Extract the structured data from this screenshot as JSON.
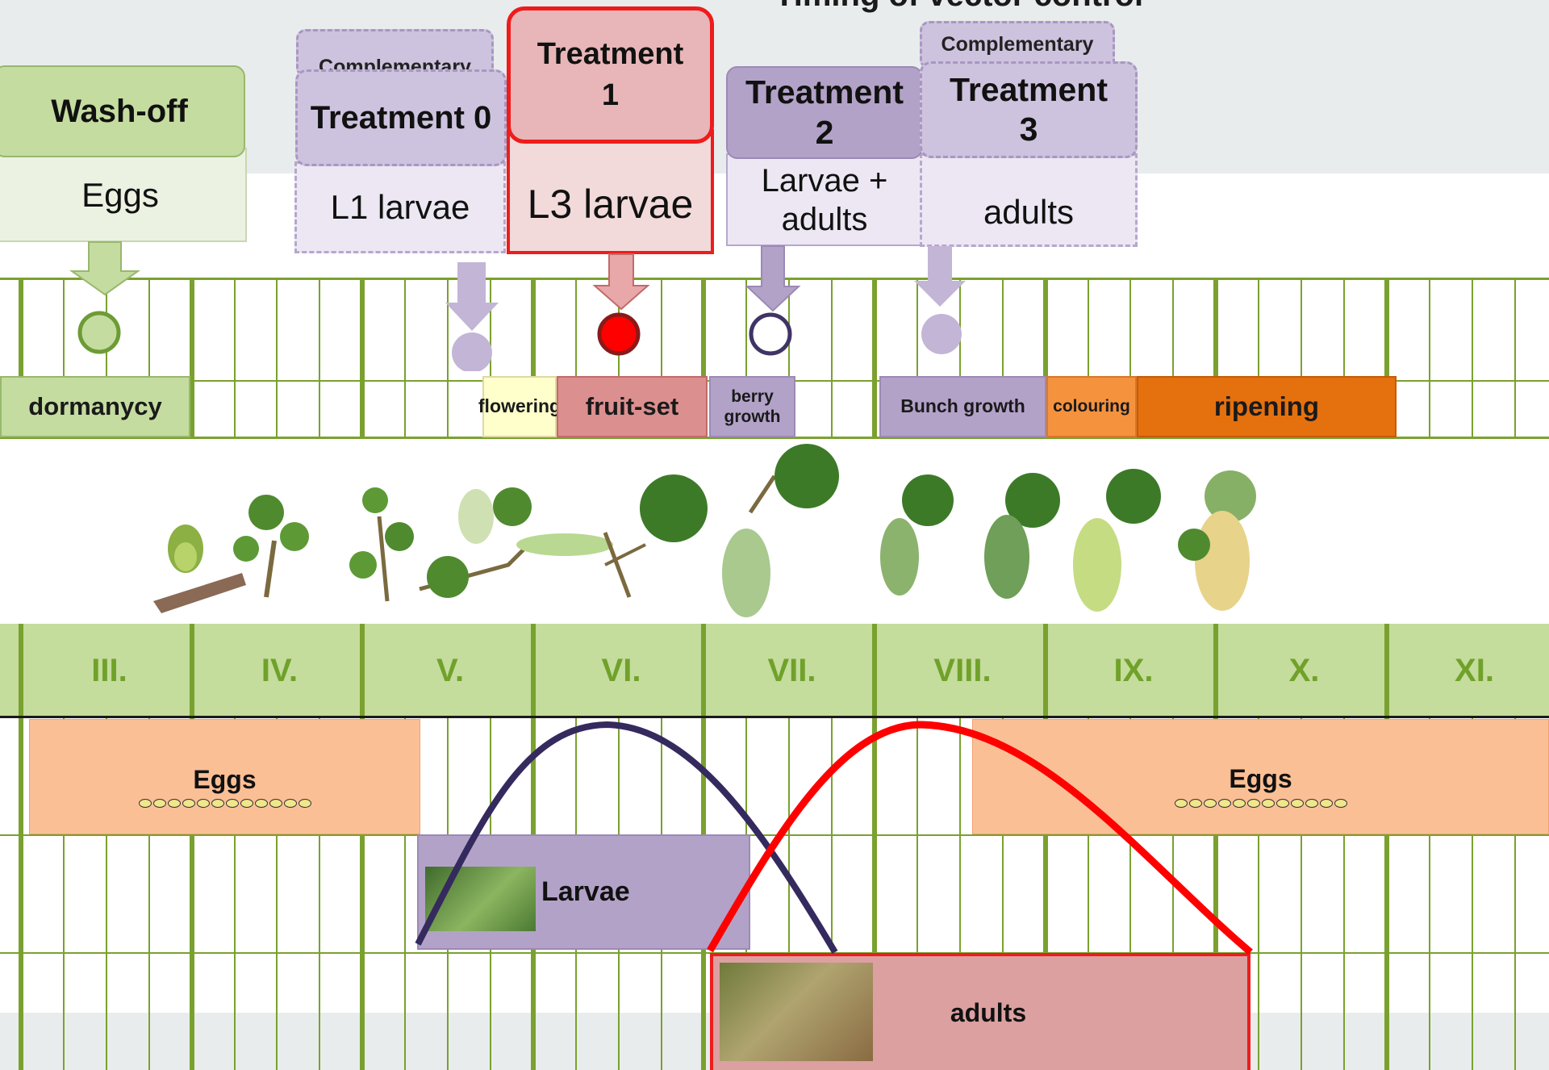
{
  "title": "Timing of vector control",
  "treatments": {
    "washoff": {
      "title": "Wash-off",
      "target": "Eggs"
    },
    "t0": {
      "complementary": "Complementary",
      "title": "Treatment 0",
      "target": "L1 larvae"
    },
    "t1": {
      "title": "Treatment 1",
      "target": "L3 larvae"
    },
    "t2": {
      "title": "Treatment 2",
      "target": "Larvae + adults"
    },
    "t3": {
      "complementary": "Complementary",
      "title": "Treatment 3",
      "target": "adults"
    }
  },
  "stages": {
    "dormancy": "dormanycy",
    "flowering": "flowering",
    "fruitset": "fruit-set",
    "berry": "berry growth",
    "bunch": "Bunch growth",
    "colouring": "colouring",
    "ripening": "ripening"
  },
  "months": [
    "III.",
    "IV.",
    "V.",
    "VI.",
    "VII.",
    "VIII.",
    "IX.",
    "X.",
    "XI."
  ],
  "lifecycle": {
    "eggs_left": "Eggs",
    "eggs_right": "Eggs",
    "larvae": "Larvae",
    "adults": "adults"
  },
  "colors": {
    "green_box": "#c5dca0",
    "purple": "#b3a2c8",
    "purple_light": "#cec3de",
    "red_outline": "#ee1c1c",
    "salmon": "#fbbf96",
    "orange": "#e5700e",
    "grid": "#7aa12f"
  },
  "icons": [
    "marker-circle",
    "down-arrow-icon",
    "grapevine-illustration",
    "larva-photo",
    "adult-insect-photo",
    "eggs-icon"
  ]
}
